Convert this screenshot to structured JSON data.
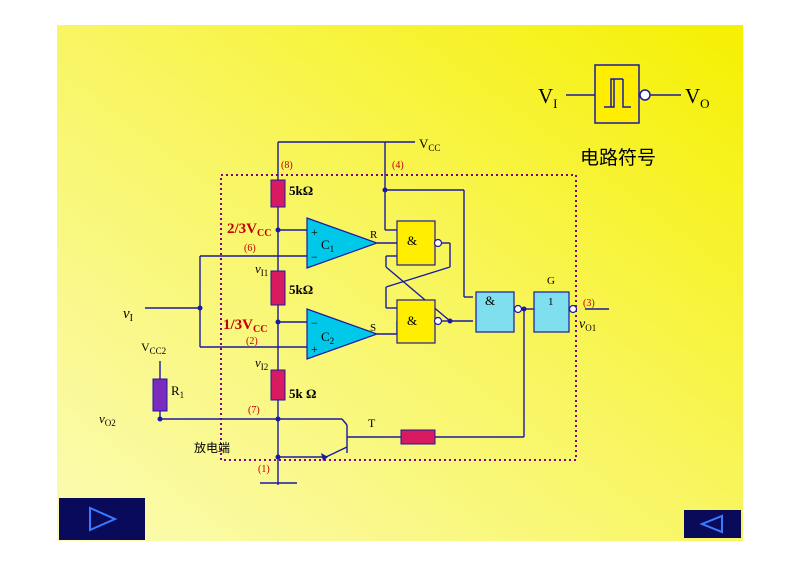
{
  "symbol": {
    "vi_main": "V",
    "vi_sub": "I",
    "vo_main": "V",
    "vo_sub": "O",
    "caption": "电路符号"
  },
  "labels": {
    "vcc_main": "V",
    "vcc_sub": "CC",
    "pin8": "(8)",
    "pin4": "(4)",
    "pin6": "(6)",
    "pin2": "(2)",
    "pin7": "(7)",
    "pin1": "(1)",
    "pin3": "(3)",
    "r5k_top": "5kΩ",
    "r5k_mid": "5kΩ",
    "r5k_bot": "5k Ω",
    "ref_top_main": "2/3V",
    "ref_top_sub": "CC",
    "ref_bot_main": "1/3V",
    "ref_bot_sub": "CC",
    "plus": "+",
    "minus": "−",
    "c1_main": "C",
    "c1_sub": "1",
    "c2_main": "C",
    "c2_sub": "2",
    "r_label": "R",
    "s_label": "S",
    "and": "&",
    "g_label": "G",
    "g_one": "1",
    "vi1_main": "v",
    "vi1_sub": "I1",
    "vi2_main": "v",
    "vi2_sub": "I2",
    "vi_main": "v",
    "vi_sub": "I",
    "vcc2_main": "V",
    "vcc2_sub": "CC2",
    "r1_main": "R",
    "r1_sub": "1",
    "vo2_main": "v",
    "vo2_sub": "O2",
    "vo1_main": "v",
    "vo1_sub": "O1",
    "t_label": "T",
    "discharge": "放电端"
  },
  "nav": {
    "next_label": "next",
    "prev_label": "previous"
  },
  "colors": {
    "background_from": "#fbfbb4",
    "background_to": "#f6f000",
    "resistor": "#d81b60",
    "r1": "#7b2cbf",
    "comparator": "#00c8e8",
    "nand_latch": "#ffee00",
    "gate": "#7fdfef",
    "wire": "#1a1aa0",
    "border": "#800080",
    "nav": "#0a0a5a",
    "red_text": "#c00000"
  }
}
